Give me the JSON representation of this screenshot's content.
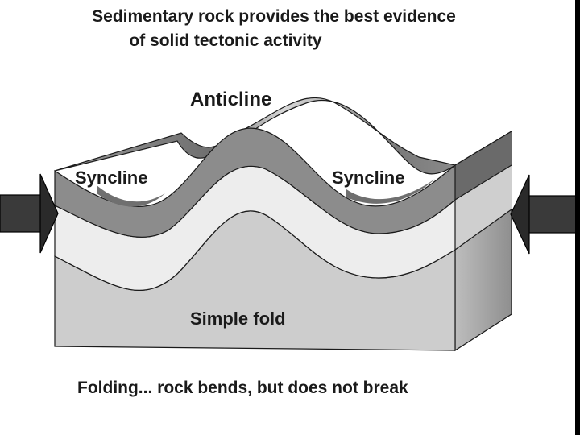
{
  "title": {
    "line1": "Sedimentary rock provides the best evidence",
    "line2": "of solid tectonic activity"
  },
  "diagram": {
    "labels": {
      "anticline": "Anticline",
      "syncline_left": "Syncline",
      "syncline_right": "Syncline",
      "simple_fold": "Simple fold"
    },
    "icons": {
      "left_arrow": "compression-arrow-right-icon",
      "right_arrow": "compression-arrow-left-icon"
    },
    "colors": {
      "top_layer": "#8c8c8c",
      "middle_layer": "#e6e6e6",
      "bottom_layer": "#cdcdcd",
      "side_face": "#a8a8a8",
      "arrow": "#3a3a3a"
    }
  },
  "caption": "Folding... rock bends, but does not break"
}
